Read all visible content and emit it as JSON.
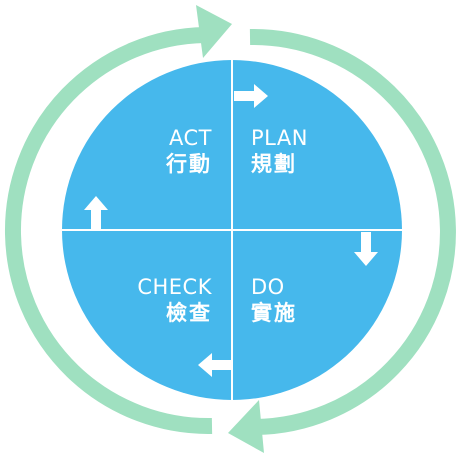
{
  "colors": {
    "circle": "#46b8ec",
    "divider": "#ffffff",
    "cycle_arrow": "#9fe0c0",
    "inner_arrow": "#ffffff"
  },
  "quadrants": [
    {
      "id": "act",
      "en": "ACT",
      "zh": "行動"
    },
    {
      "id": "plan",
      "en": "PLAN",
      "zh": "規劃"
    },
    {
      "id": "do",
      "en": "DO",
      "zh": "實施"
    },
    {
      "id": "check",
      "en": "CHECK",
      "zh": "檢查"
    }
  ],
  "inner_arrows": [
    {
      "id": "plan-arrow",
      "direction": "right"
    },
    {
      "id": "do-arrow",
      "direction": "down"
    },
    {
      "id": "check-arrow",
      "direction": "left"
    },
    {
      "id": "act-arrow",
      "direction": "up"
    }
  ],
  "cycle_direction": "clockwise"
}
